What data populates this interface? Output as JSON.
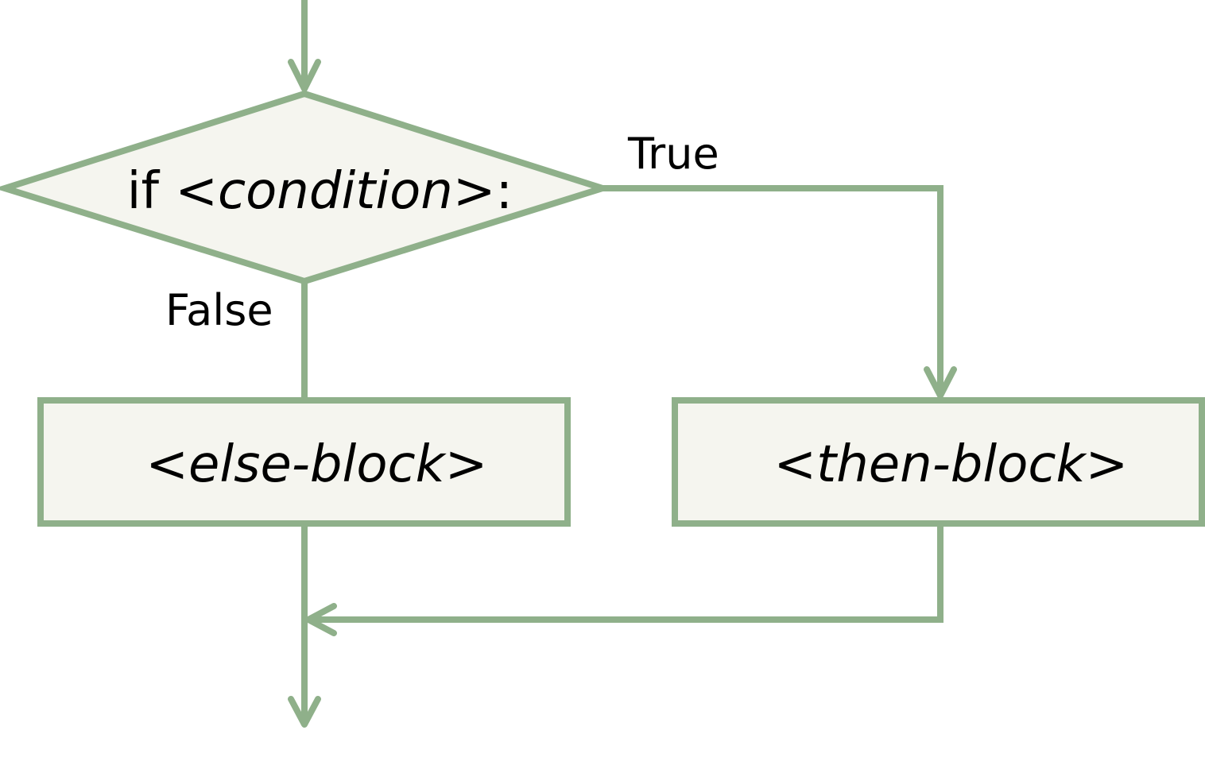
{
  "decision": {
    "prefix": "if ",
    "open": "<",
    "condition": "condition",
    "close": ">:"
  },
  "labels": {
    "true": "True",
    "false": "False"
  },
  "else_block": {
    "open": "<",
    "name": "else-block",
    "close": ">"
  },
  "then_block": {
    "open": "<",
    "name": "then-block",
    "close": ">"
  },
  "colors": {
    "stroke": "#8fb08a",
    "fill": "#f5f5ef",
    "text": "#000000"
  }
}
